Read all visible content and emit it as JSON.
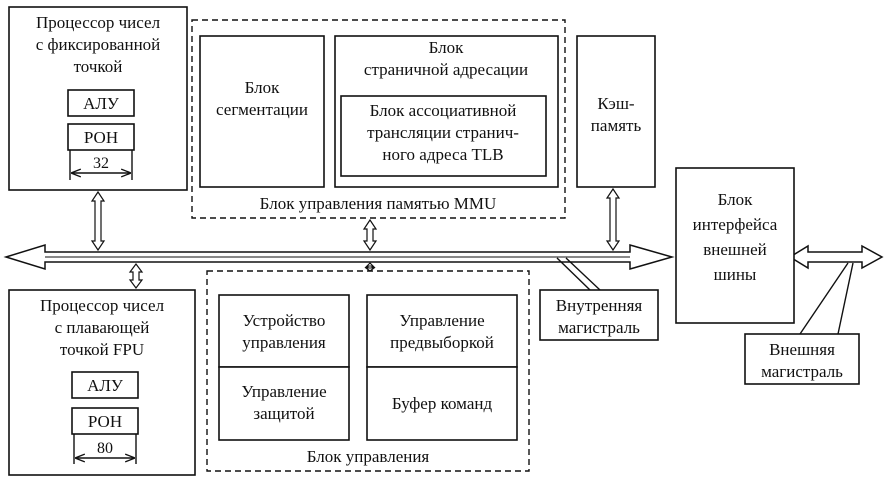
{
  "fixed_cpu": {
    "l1": "Процессор чисел",
    "l2": "с фиксированной",
    "l3": "точкой",
    "alu": "АЛУ",
    "ron": "РОН",
    "width": "32"
  },
  "float_cpu": {
    "l1": "Процессор чисел",
    "l2": "с плавающей",
    "l3": "точкой FPU",
    "alu": "АЛУ",
    "ron": "РОН",
    "width": "80"
  },
  "mmu": {
    "label": "Блок управления памятью MMU",
    "seg": {
      "l1": "Блок",
      "l2": "сегментации"
    },
    "page": {
      "l1": "Блок",
      "l2": "страничной адресации"
    },
    "tlb": {
      "l1": "Блок ассоциативной",
      "l2": "трансляции странич-",
      "l3": "ного адреса TLB"
    }
  },
  "cache": {
    "l1": "Кэш-",
    "l2": "память"
  },
  "bus_interface": {
    "l1": "Блок",
    "l2": "интерфейса",
    "l3": "внешней",
    "l4": "шины"
  },
  "control": {
    "label": "Блок управления",
    "cu": {
      "l1": "Устройство",
      "l2": "управления"
    },
    "prefetch": {
      "l1": "Управление",
      "l2": "предвыборкой"
    },
    "protect": {
      "l1": "Управление",
      "l2": "защитой"
    },
    "buffer": "Буфер команд"
  },
  "internal_bus": {
    "l1": "Внутренняя",
    "l2": "магистраль"
  },
  "external_bus": {
    "l1": "Внешняя",
    "l2": "магистраль"
  }
}
